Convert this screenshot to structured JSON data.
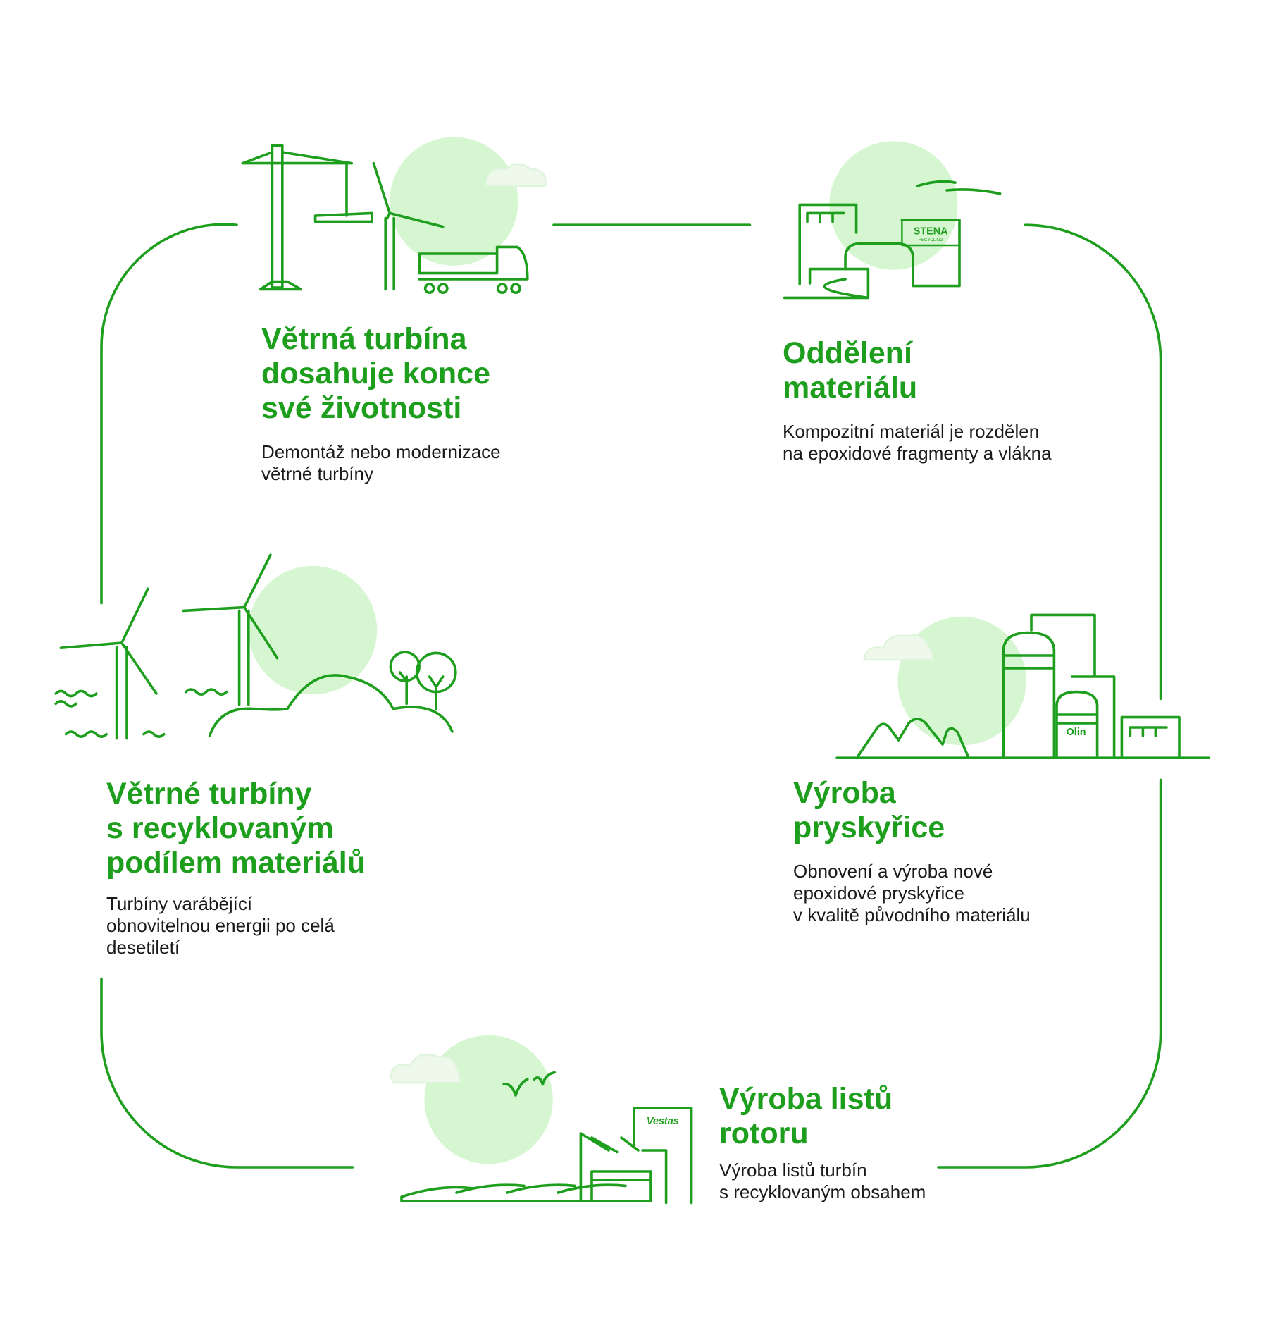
{
  "colors": {
    "accent": "#1d9e1d",
    "circle": "#d5f6d1",
    "cloud": "#e6f8e3",
    "text": "#1a1a1a"
  },
  "steps": [
    {
      "title": "Větrná turbína\ndosahuje konce\nsvé životnosti",
      "description": "Demontáž nebo modernizace\nvětrné turbíny"
    },
    {
      "title": "Oddělení\nmateriálu",
      "description": "Kompozitní materiál je rozdělen\nna epoxidové fragmenty a vlákna"
    },
    {
      "title": "Výroba\npryskyřice",
      "description": "Obnovení a výroba nové\nepoxidové pryskyřice\nv kvalitě původního materiálu"
    },
    {
      "title": "Výroba listů\nrotoru",
      "description": "Výroba listů turbín\ns recyklovaným obsahem"
    },
    {
      "title": "Větrné turbíny\ns recyklovaným\npodílem materiálů",
      "description": "Turbíny varábějící\nobnovitelnou energii po celá\ndesetiletí"
    }
  ],
  "logos": {
    "stena": "STENA",
    "stena_sub": "RECYCLING",
    "olin": "Olin",
    "vestas": "Vestas"
  }
}
